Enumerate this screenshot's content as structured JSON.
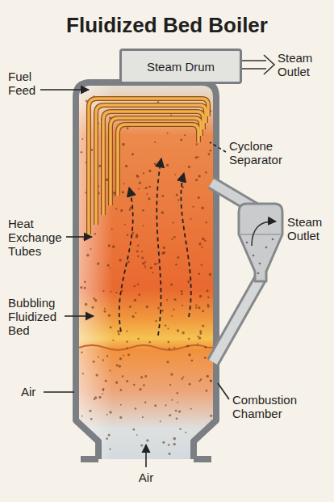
{
  "diagram": {
    "title": "Fluidized Bed Boiler",
    "nodes": [
      {
        "text": [
          "Steam Drum"
        ]
      }
    ],
    "labels": [
      "Steam Outlet",
      "Fuel Feed",
      "Cyclone Separator",
      "Heat Exchange Tubes",
      "Steam Outlet",
      "Bubbling Fluidized Bed",
      "Combustion Chamber",
      "Air",
      "Air"
    ]
  }
}
